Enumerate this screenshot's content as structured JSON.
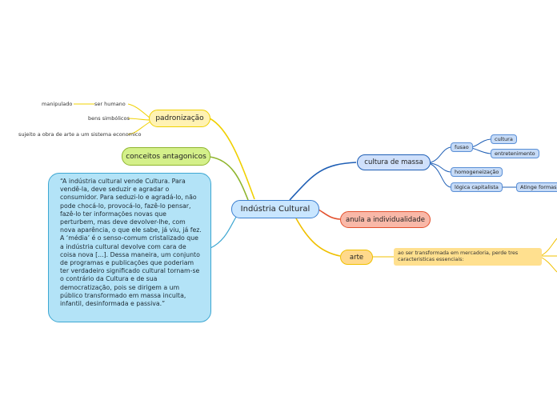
{
  "central": "Indústria Cultural",
  "padronizacao": {
    "label": "padronização",
    "children": {
      "ser_humano": "ser humano",
      "manipulado": "manipulado",
      "bens": "bens simbólicos",
      "sujeito": "sujeito a obra de arte a um sistema economico"
    }
  },
  "conceitos": "conceitos antagonicos",
  "quote": "“A indústria cultural vende Cultura. Para vendê-la, deve seduzir e agradar o consumidor. Para seduzi-lo e agradá-lo, não pode chocá-lo, provocá-lo, fazê-lo pensar, fazê-lo ter informações novas que perturbem, mas deve devolver-lhe, com nova aparência, o que ele sabe, já viu, já fez. A ‘média’ é o senso-comum cristalizado que a indústria cultural devolve com cara de coisa nova [...]. Dessa maneira, um conjunto de programas e publicações que poderiam ter verdadeiro significado cultural tornam-se o contrário da Cultura e de sua democratização, pois se dirigem a um público transformado em massa inculta, infantil, desinformada e passiva.”",
  "cultura_massa": {
    "label": "cultura de massa",
    "fusao": "fusao",
    "cultura": "cultura",
    "entretenimento": "entretenimento",
    "homogeneizacao": "homogeneização",
    "logica": "lógica capitalista",
    "atinge": "Atinge formas de"
  },
  "anula": "anula a individualidade",
  "arte": {
    "label": "arte",
    "note": "ao ser transformada em mercadoria, perde tres caracteristicas essenciais:"
  },
  "colors": {
    "central": "#c9e6ff",
    "padronizacao": "#fff2b3",
    "conceitos": "#d4f08a",
    "quote": "#b3e3f7",
    "cultura": "#cfe0fb",
    "anula": "#f9b8a8",
    "arte": "#ffd98c",
    "branch_orange": "#e8b400",
    "branch_green": "#8fb52e",
    "branch_blue": "#1f5fb5",
    "branch_red": "#e3512e",
    "branch_cyan": "#3ea7d2"
  }
}
